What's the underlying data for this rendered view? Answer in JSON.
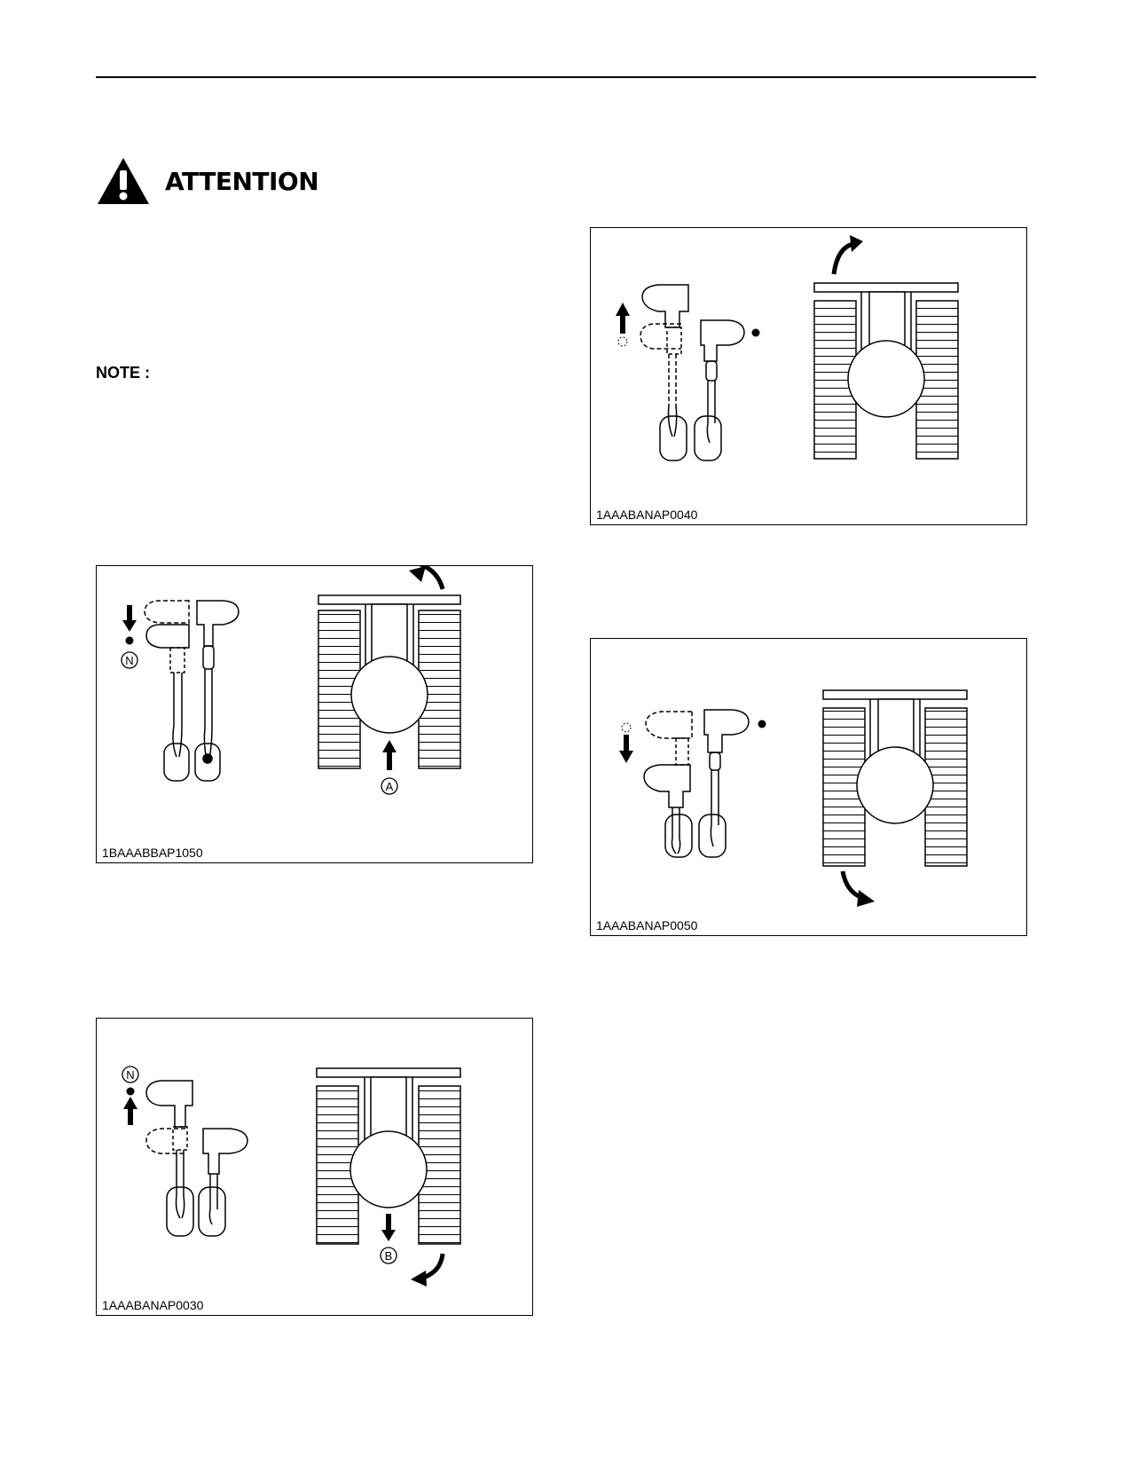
{
  "header": {
    "attention_icon": "warning-triangle-icon",
    "attention_label": "ATTENTION"
  },
  "note": {
    "label": "NOTE :"
  },
  "figures": [
    {
      "code": "1BAAABBAP1050",
      "marker": "N",
      "label": "A"
    },
    {
      "code": "1AAABANAP0030",
      "marker": "N",
      "label": "B"
    },
    {
      "code": "1AAABANAP0040"
    },
    {
      "code": "1AAABANAP0050"
    }
  ]
}
